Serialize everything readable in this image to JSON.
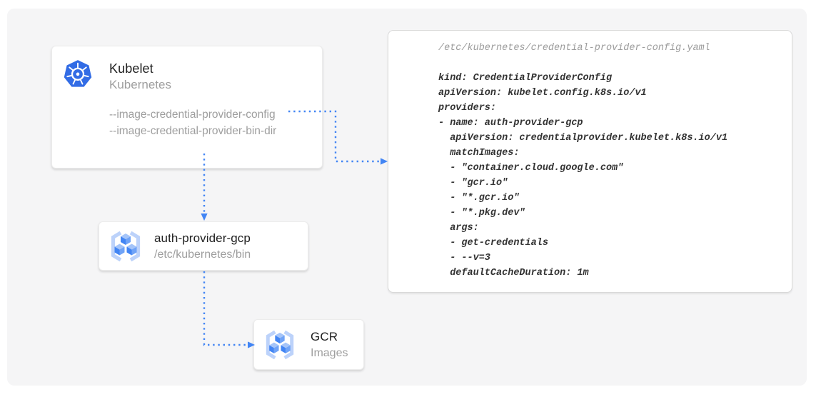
{
  "page": {
    "background": "#ffffff",
    "canvas_bg": "#f5f5f6"
  },
  "nodes": {
    "kubelet": {
      "title": "Kubelet",
      "subtitle": "Kubernetes",
      "icon": "kubernetes-icon",
      "flags": [
        "--image-credential-provider-config",
        "--image-credential-provider-bin-dir"
      ]
    },
    "auth_provider_gcp": {
      "title": "auth-provider-gcp",
      "subtitle": "/etc/kubernetes/bin",
      "icon": "gcr-icon"
    },
    "gcr": {
      "title": "GCR",
      "subtitle": "Images",
      "icon": "gcr-icon"
    }
  },
  "config_panel": {
    "path": "/etc/kubernetes/credential-provider-config.yaml",
    "yaml": "kind: CredentialProviderConfig\napiVersion: kubelet.config.k8s.io/v1\nproviders:\n- name: auth-provider-gcp\n  apiVersion: credentialprovider.kubelet.k8s.io/v1\n  matchImages:\n  - \"container.cloud.google.com\"\n  - \"gcr.io\"\n  - \"*.gcr.io\"\n  - \"*.pkg.dev\"\n  args:\n  - get-credentials\n  - --v=3\n  defaultCacheDuration: 1m"
  },
  "arrows": [
    {
      "from": "kubelet-config-flag",
      "to": "config-panel",
      "style": "dotted"
    },
    {
      "from": "kubelet",
      "to": "auth-provider-gcp",
      "style": "dotted"
    },
    {
      "from": "auth-provider-gcp",
      "to": "gcr",
      "style": "dotted"
    }
  ],
  "colors": {
    "arrow_blue": "#4285f4",
    "kubernetes_blue": "#326ce5",
    "gcr_cube_blue": "#4285f4",
    "gcr_bracket_blue": "#bcd2fa",
    "title_text": "#212121",
    "muted_text": "#9e9e9e",
    "code_text": "#333333"
  }
}
